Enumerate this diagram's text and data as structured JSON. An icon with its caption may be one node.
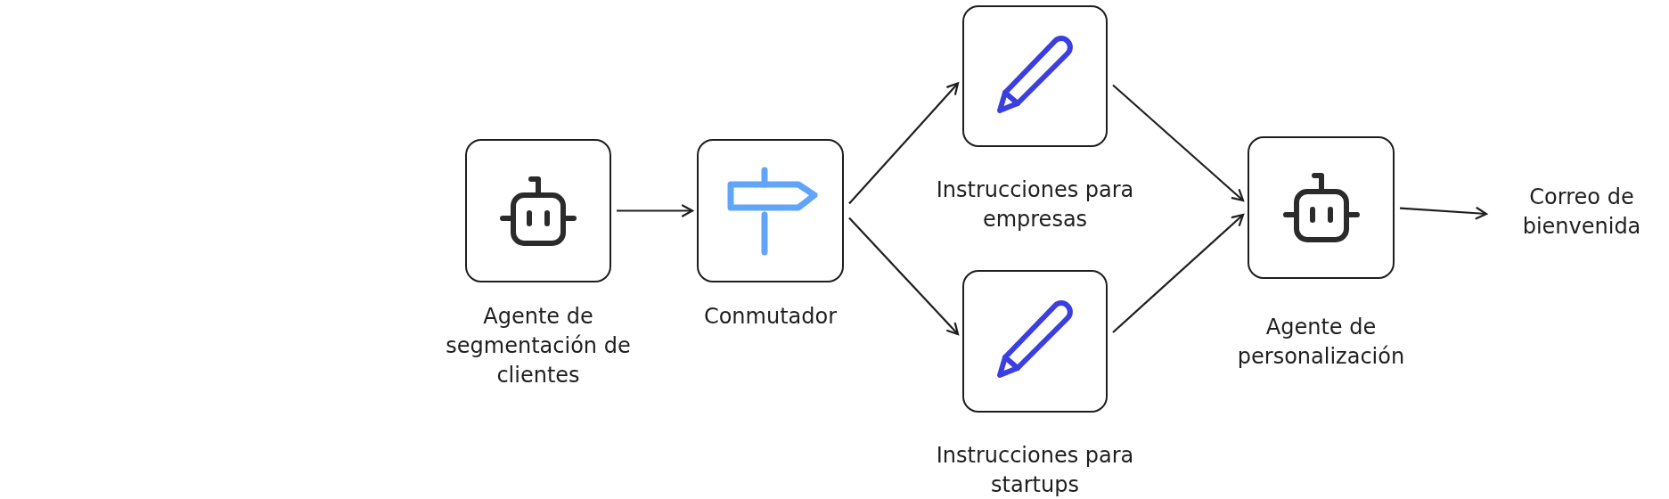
{
  "diagram": {
    "nodes": [
      {
        "text": [
          "Agente de segmentación de clientes"
        ]
      },
      {
        "text": [
          "Conmutador"
        ]
      },
      {
        "text": [
          "Instrucciones para empresas"
        ]
      },
      {
        "text": [
          "Instrucciones para startups"
        ]
      },
      {
        "text": [
          "Agente de personalización"
        ]
      },
      {
        "text": [
          "Correo de bienvenida"
        ]
      }
    ],
    "edges": [
      {
        "from": 0,
        "to": 1,
        "arrow": "to"
      },
      {
        "from": 1,
        "to": 2,
        "arrow": "to"
      },
      {
        "from": 1,
        "to": 3,
        "arrow": "to"
      },
      {
        "from": 2,
        "to": 4,
        "arrow": "to"
      },
      {
        "from": 3,
        "to": 4,
        "arrow": "to"
      },
      {
        "from": 4,
        "to": 5,
        "arrow": "to"
      }
    ]
  }
}
